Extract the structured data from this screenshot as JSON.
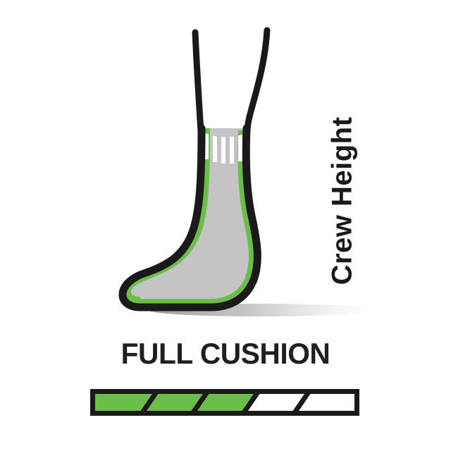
{
  "graphic": {
    "type": "sock-feature-infographic",
    "background_color": "#ffffff",
    "title_alt": "Crew height sock with full cushion"
  },
  "height_label": {
    "text": "Crew Height",
    "orientation": "vertical-rotated-90-ccw",
    "color": "#1a1a1a"
  },
  "cushion_heading": {
    "text": "FULL CUSHION",
    "color": "#1f1f1f"
  },
  "cushion_meter": {
    "total_segments": 5,
    "filled_segments": 3,
    "fill_color": "#6CBE4A",
    "empty_color": "#ffffff",
    "border_color": "#1a1a1a",
    "segments": [
      {
        "index": 1,
        "state": "filled"
      },
      {
        "index": 2,
        "state": "filled"
      },
      {
        "index": 3,
        "state": "filled"
      },
      {
        "index": 4,
        "state": "empty"
      },
      {
        "index": 5,
        "state": "empty"
      }
    ]
  },
  "sock": {
    "outline_color": "#1a1a1a",
    "cushion_color": "#6CBE4A",
    "body_color": "#C4C4C4",
    "rib_color": "#ffffff",
    "shadow_color": "#9a9a9a",
    "parts": [
      {
        "name": "leg-outline-left",
        "color": "#1a1a1a"
      },
      {
        "name": "leg-outline-right",
        "color": "#1a1a1a"
      },
      {
        "name": "sock-body",
        "color": "#C4C4C4"
      },
      {
        "name": "cushion-band",
        "color": "#6CBE4A"
      },
      {
        "name": "ribbed-cuff",
        "color": "#ffffff"
      },
      {
        "name": "ground-shadow",
        "color": "#9a9a9a"
      }
    ]
  }
}
